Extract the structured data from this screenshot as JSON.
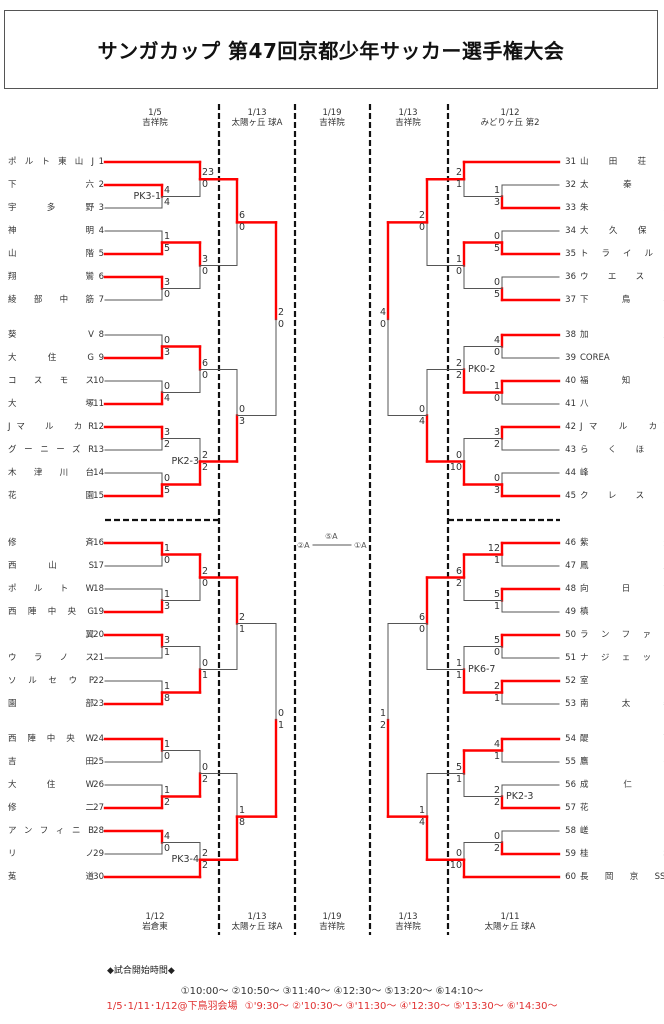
{
  "title": "サンガカップ 第47回京都少年サッカー選手権大会",
  "top_headers": [
    {
      "date": "1/5",
      "venue": "吉祥院"
    },
    {
      "date": "1/13",
      "venue": "太陽ヶ丘 球A"
    },
    {
      "date": "1/19",
      "venue": "吉祥院"
    },
    {
      "date": "1/13",
      "venue": "吉祥院"
    },
    {
      "date": "1/12",
      "venue": "みどりヶ丘 第2"
    }
  ],
  "bottom_headers": [
    {
      "date": "1/12",
      "venue": "岩倉東"
    },
    {
      "date": "1/13",
      "venue": "太陽ヶ丘 球A"
    },
    {
      "date": "1/19",
      "venue": "吉祥院"
    },
    {
      "date": "1/13",
      "venue": "吉祥院"
    },
    {
      "date": "1/11",
      "venue": "太陽ヶ丘 球A"
    }
  ],
  "teams_left": [
    {
      "no": "1",
      "name": "ポルト東山J"
    },
    {
      "no": "2",
      "name": "下　　　　六"
    },
    {
      "no": "3",
      "name": "宇　　多　　野"
    },
    {
      "no": "4",
      "name": "神　　　　明"
    },
    {
      "no": "5",
      "name": "山　　　　階"
    },
    {
      "no": "6",
      "name": "翔　　　　鸞"
    },
    {
      "no": "7",
      "name": "綾　部　中　筋"
    },
    {
      "no": "8",
      "name": "葵　　　　V"
    },
    {
      "no": "9",
      "name": "大　　住　　G"
    },
    {
      "no": "10",
      "name": "コ　ス　モ　ス"
    },
    {
      "no": "11",
      "name": "大　　　　塚"
    },
    {
      "no": "12",
      "name": "Jマ　ル　カR"
    },
    {
      "no": "13",
      "name": "グーニーズR"
    },
    {
      "no": "14",
      "name": "木　津　川　台"
    },
    {
      "no": "15",
      "name": "花　　　　園"
    },
    {
      "no": "16",
      "name": "修　　　　斉"
    },
    {
      "no": "17",
      "name": "西　　山　　S"
    },
    {
      "no": "18",
      "name": "ポ　ル　ト　W"
    },
    {
      "no": "19",
      "name": "西陣中央G"
    },
    {
      "no": "20",
      "name": "　　翼　　　"
    },
    {
      "no": "21",
      "name": "ウ　ラ　ノ　ス"
    },
    {
      "no": "22",
      "name": "ソルセウP"
    },
    {
      "no": "23",
      "name": "園　　　　部"
    },
    {
      "no": "24",
      "name": "西陣中央W"
    },
    {
      "no": "25",
      "name": "吉　　　　田"
    },
    {
      "no": "26",
      "name": "大　　住　　W"
    },
    {
      "no": "27",
      "name": "修　　　　二"
    },
    {
      "no": "28",
      "name": "アンフィニB"
    },
    {
      "no": "29",
      "name": "リ　　　　ノ"
    },
    {
      "no": "30",
      "name": "菟　　　　道"
    }
  ],
  "teams_right": [
    {
      "no": "31",
      "name": "山　田　荘　A"
    },
    {
      "no": "32",
      "name": "太　　秦　　B"
    },
    {
      "no": "33",
      "name": "朱　　　　六"
    },
    {
      "no": "34",
      "name": "大　久　保　P"
    },
    {
      "no": "35",
      "name": "トライルR"
    },
    {
      "no": "36",
      "name": "ウ　エ　ス　ト"
    },
    {
      "no": "37",
      "name": "下　　鳥　　羽"
    },
    {
      "no": "38",
      "name": "加　　　　茂"
    },
    {
      "no": "39",
      "name": "COREA"
    },
    {
      "no": "40",
      "name": "福　　知　　山"
    },
    {
      "no": "41",
      "name": "八　　　　幡"
    },
    {
      "no": "42",
      "name": "Jマ　ル　カW"
    },
    {
      "no": "43",
      "name": "ら　く　ほ　く"
    },
    {
      "no": "44",
      "name": "峰　　　　山"
    },
    {
      "no": "45",
      "name": "ク　レ　ス　ト"
    },
    {
      "no": "46",
      "name": "紫　　　　光"
    },
    {
      "no": "47",
      "name": "鳳　　　　凰"
    },
    {
      "no": "48",
      "name": "向　　日　　市"
    },
    {
      "no": "49",
      "name": "槙　　　　島"
    },
    {
      "no": "50",
      "name": "ランファン"
    },
    {
      "no": "51",
      "name": "ナジェック"
    },
    {
      "no": "52",
      "name": "室　　　　町"
    },
    {
      "no": "53",
      "name": "南　　太　　秦"
    },
    {
      "no": "54",
      "name": "醍　　　　醐"
    },
    {
      "no": "55",
      "name": "鷹　　　　峯"
    },
    {
      "no": "56",
      "name": "成　　仁　　Y"
    },
    {
      "no": "57",
      "name": "花　　　　山"
    },
    {
      "no": "58",
      "name": "嵯　　　　峨"
    },
    {
      "no": "59",
      "name": "桂　　　　坂"
    },
    {
      "no": "60",
      "name": "長岡京SSG"
    }
  ],
  "matches_left": [
    {
      "id": "L1",
      "a": 2,
      "b": 3,
      "sa": "4",
      "sb": "4",
      "win": "a",
      "pk": "PK3-1"
    },
    {
      "id": "L2",
      "a": 4,
      "b": 5,
      "sa": "1",
      "sb": "5",
      "win": "b"
    },
    {
      "id": "L3",
      "a": 6,
      "b": 7,
      "sa": "3",
      "sb": "0",
      "win": "a"
    },
    {
      "id": "L4",
      "a": 1,
      "b": "L1",
      "sa": "23",
      "sb": "0",
      "win": "a"
    },
    {
      "id": "L5",
      "a": "L2",
      "b": "L3",
      "sa": "3",
      "sb": "0",
      "win": "a"
    },
    {
      "id": "L6",
      "a": "L4",
      "b": "L5",
      "sa": "6",
      "sb": "0",
      "win": "a"
    },
    {
      "id": "L7",
      "a": 8,
      "b": 9,
      "sa": "0",
      "sb": "3",
      "win": "b"
    },
    {
      "id": "L8",
      "a": 10,
      "b": 11,
      "sa": "0",
      "sb": "4",
      "win": "b"
    },
    {
      "id": "L9",
      "a": 12,
      "b": 13,
      "sa": "3",
      "sb": "2",
      "win": "a"
    },
    {
      "id": "L10",
      "a": 14,
      "b": 15,
      "sa": "0",
      "sb": "5",
      "win": "b"
    },
    {
      "id": "L11",
      "a": "L7",
      "b": "L8",
      "sa": "6",
      "sb": "0",
      "win": "a"
    },
    {
      "id": "L12",
      "a": "L9",
      "b": "L10",
      "sa": "2",
      "sb": "2",
      "win": "b",
      "pk": "PK2-3"
    },
    {
      "id": "L13",
      "a": "L11",
      "b": "L12",
      "sa": "0",
      "sb": "3",
      "win": "b"
    },
    {
      "id": "L14",
      "a": "L6",
      "b": "L13",
      "sa": "2",
      "sb": "0",
      "win": "a"
    },
    {
      "id": "L15",
      "a": 16,
      "b": 17,
      "sa": "1",
      "sb": "0",
      "win": "a"
    },
    {
      "id": "L16",
      "a": 18,
      "b": 19,
      "sa": "1",
      "sb": "3",
      "win": "b"
    },
    {
      "id": "L17",
      "a": 20,
      "b": 21,
      "sa": "3",
      "sb": "1",
      "win": "a"
    },
    {
      "id": "L18",
      "a": 22,
      "b": 23,
      "sa": "1",
      "sb": "8",
      "win": "b"
    },
    {
      "id": "L19",
      "a": "L15",
      "b": "L16",
      "sa": "2",
      "sb": "0",
      "win": "a"
    },
    {
      "id": "L20",
      "a": "L17",
      "b": "L18",
      "sa": "0",
      "sb": "1",
      "win": "b"
    },
    {
      "id": "L21",
      "a": "L19",
      "b": "L20",
      "sa": "2",
      "sb": "1",
      "win": "a"
    },
    {
      "id": "L22",
      "a": 24,
      "b": 25,
      "sa": "1",
      "sb": "0",
      "win": "a"
    },
    {
      "id": "L23",
      "a": 26,
      "b": 27,
      "sa": "1",
      "sb": "2",
      "win": "b"
    },
    {
      "id": "L24",
      "a": 28,
      "b": 29,
      "sa": "4",
      "sb": "0",
      "win": "a"
    },
    {
      "id": "L25",
      "a": "L22",
      "b": "L23",
      "sa": "0",
      "sb": "2",
      "win": "b"
    },
    {
      "id": "L26",
      "a": "L24",
      "b": 30,
      "sa": "2",
      "sb": "2",
      "win": "b",
      "pk": "PK3-4"
    },
    {
      "id": "L27",
      "a": "L25",
      "b": "L26",
      "sa": "1",
      "sb": "8",
      "win": "b"
    },
    {
      "id": "L28",
      "a": "L21",
      "b": "L27",
      "sa": "0",
      "sb": "1",
      "win": "b"
    }
  ],
  "matches_right": [
    {
      "id": "R1",
      "a": 32,
      "b": 33,
      "sa": "1",
      "sb": "3",
      "win": "b"
    },
    {
      "id": "R2",
      "a": 34,
      "b": 35,
      "sa": "0",
      "sb": "5",
      "win": "b"
    },
    {
      "id": "R3",
      "a": 36,
      "b": 37,
      "sa": "0",
      "sb": "5",
      "win": "b"
    },
    {
      "id": "R4",
      "a": 31,
      "b": "R1",
      "sa": "2",
      "sb": "1",
      "win": "a"
    },
    {
      "id": "R5",
      "a": "R2",
      "b": "R3",
      "sa": "1",
      "sb": "0",
      "win": "a"
    },
    {
      "id": "R6",
      "a": "R4",
      "b": "R5",
      "sa": "2",
      "sb": "0",
      "win": "a"
    },
    {
      "id": "R7",
      "a": 38,
      "b": 39,
      "sa": "4",
      "sb": "0",
      "win": "a"
    },
    {
      "id": "R8",
      "a": 40,
      "b": 41,
      "sa": "1",
      "sb": "0",
      "win": "a"
    },
    {
      "id": "R9",
      "a": 42,
      "b": 43,
      "sa": "3",
      "sb": "2",
      "win": "a"
    },
    {
      "id": "R10",
      "a": 44,
      "b": 45,
      "sa": "0",
      "sb": "3",
      "win": "b"
    },
    {
      "id": "R11",
      "a": "R7",
      "b": "R8",
      "sa": "2",
      "sb": "2",
      "win": "b",
      "pk": "PK0-2"
    },
    {
      "id": "R12",
      "a": "R9",
      "b": "R10",
      "sa": "0",
      "sb": "10",
      "win": "b"
    },
    {
      "id": "R13",
      "a": "R11",
      "b": "R12",
      "sa": "0",
      "sb": "4",
      "win": "b"
    },
    {
      "id": "R14",
      "a": "R6",
      "b": "R13",
      "sa": "4",
      "sb": "0",
      "win": "a"
    },
    {
      "id": "R15",
      "a": 46,
      "b": 47,
      "sa": "12",
      "sb": "1",
      "win": "a"
    },
    {
      "id": "R16",
      "a": 48,
      "b": 49,
      "sa": "5",
      "sb": "1",
      "win": "a"
    },
    {
      "id": "R17",
      "a": 50,
      "b": 51,
      "sa": "5",
      "sb": "0",
      "win": "a"
    },
    {
      "id": "R18",
      "a": 52,
      "b": 53,
      "sa": "2",
      "sb": "1",
      "win": "a"
    },
    {
      "id": "R19",
      "a": "R15",
      "b": "R16",
      "sa": "6",
      "sb": "2",
      "win": "a"
    },
    {
      "id": "R20",
      "a": "R17",
      "b": "R18",
      "sa": "1",
      "sb": "1",
      "win": "b",
      "pk": "PK6-7"
    },
    {
      "id": "R21",
      "a": "R19",
      "b": "R20",
      "sa": "6",
      "sb": "0",
      "win": "a"
    },
    {
      "id": "R22",
      "a": 54,
      "b": 55,
      "sa": "4",
      "sb": "1",
      "win": "a"
    },
    {
      "id": "R23",
      "a": 56,
      "b": 57,
      "sa": "2",
      "sb": "2",
      "win": "b",
      "pk": "PK2-3"
    },
    {
      "id": "R24",
      "a": 58,
      "b": 59,
      "sa": "0",
      "sb": "2",
      "win": "b"
    },
    {
      "id": "R25",
      "a": "R22",
      "b": "R23",
      "sa": "5",
      "sb": "1",
      "win": "a"
    },
    {
      "id": "R26",
      "a": "R24",
      "b": 60,
      "sa": "0",
      "sb": "10",
      "win": "b"
    },
    {
      "id": "R27",
      "a": "R25",
      "b": "R26",
      "sa": "1",
      "sb": "4",
      "win": "b"
    },
    {
      "id": "R28",
      "a": "R21",
      "b": "R27",
      "sa": "1",
      "sb": "2",
      "win": "b"
    }
  ],
  "final": {
    "semi_left_label": "②A",
    "final_label": "⑤A",
    "semi_right_label": "①A"
  },
  "schedule": {
    "heading": "◆試合開始時間◆",
    "times": "①10:00～ ②10:50～ ③11:40～ ④12:30～ ⑤13:20～ ⑥14:10～",
    "alt_label": "1/5･1/11･1/12@下鳥羽会場",
    "alt_times": "①'9:30～ ②'10:30～ ③'11:30～ ④'12:30～ ⑤'13:30～ ⑥'14:30～"
  },
  "colors": {
    "winner_line": "#ff0000",
    "loser_line": "#555555",
    "alt_schedule": "#e03030"
  }
}
